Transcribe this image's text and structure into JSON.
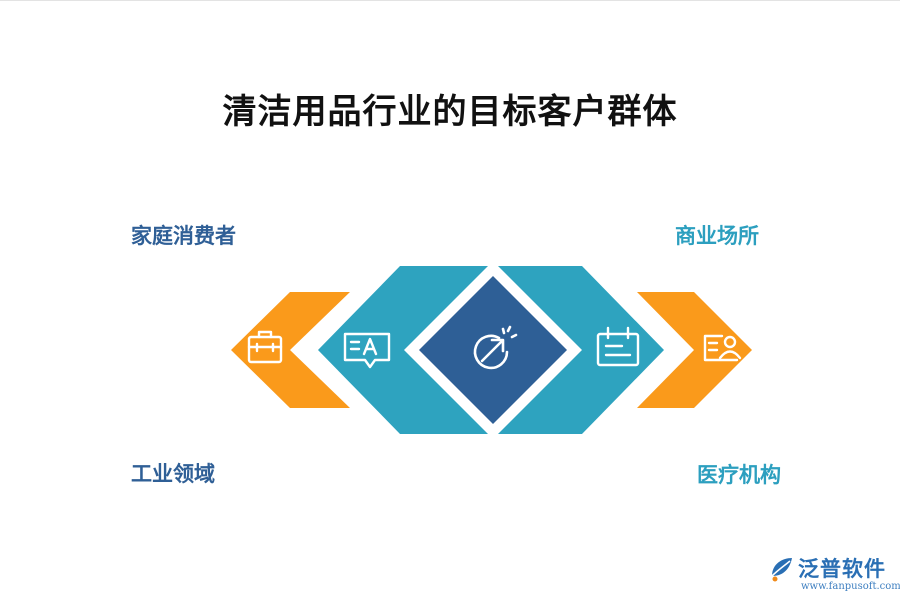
{
  "title": "清洁用品行业的目标客户群体",
  "labels": {
    "top_left": "家庭消费者",
    "bottom_left": "工业领域",
    "top_right": "商业场所",
    "bottom_right": "医疗机构"
  },
  "colors": {
    "orange": "#fa9a1b",
    "teal": "#2ea3bf",
    "navy": "#2e5f96",
    "dark_blue_text": "#2f5f96",
    "teal_text": "#2c9fbf"
  },
  "icons": [
    "toolbox-icon",
    "chat-text-icon",
    "growth-arrow-icon",
    "calendar-icon",
    "profile-card-icon"
  ],
  "watermark": {
    "name": "泛普软件",
    "url": "www.fanpusoft.com"
  }
}
